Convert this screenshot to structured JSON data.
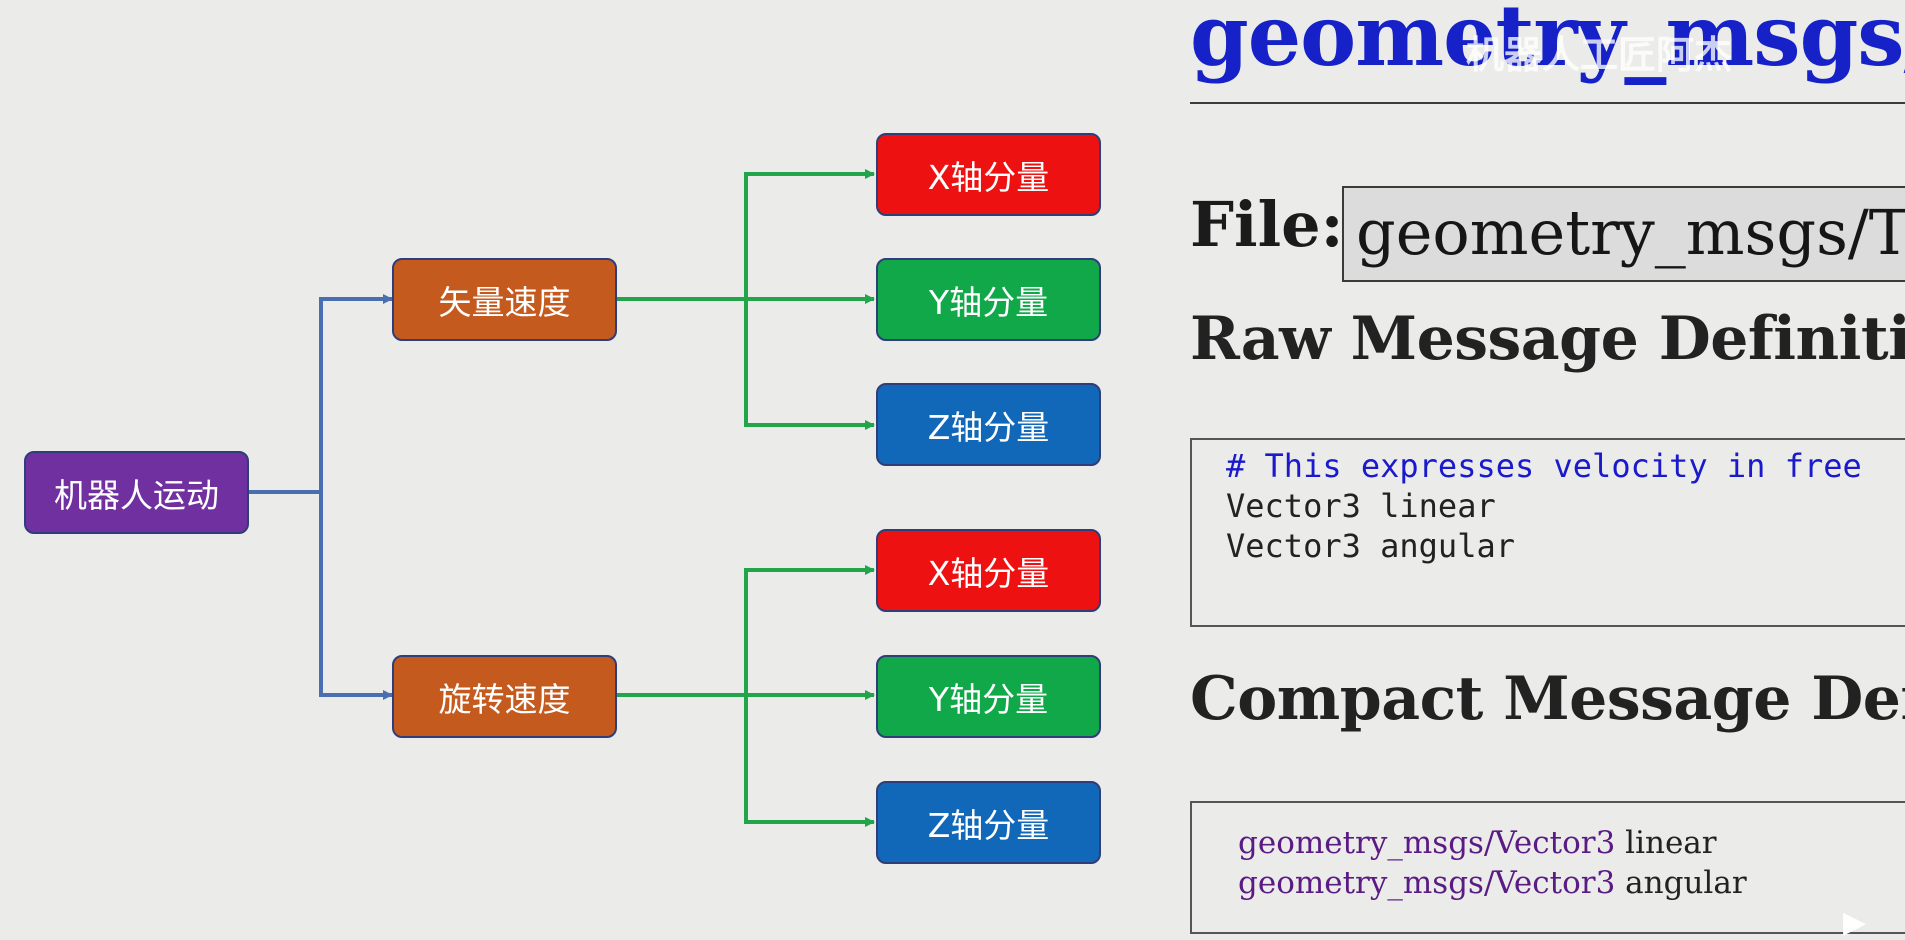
{
  "diagram": {
    "root": {
      "label": "机器人运动",
      "color": "#7030a0"
    },
    "branches": [
      {
        "label": "矢量速度",
        "color": "#c55a1e",
        "children": [
          {
            "label": "X轴分量",
            "color": "#ee1111"
          },
          {
            "label": "Y轴分量",
            "color": "#11a84a"
          },
          {
            "label": "Z轴分量",
            "color": "#1168b8"
          }
        ]
      },
      {
        "label": "旋转速度",
        "color": "#c55a1e",
        "children": [
          {
            "label": "X轴分量",
            "color": "#ee1111"
          },
          {
            "label": "Y轴分量",
            "color": "#11a84a"
          },
          {
            "label": "Z轴分量",
            "color": "#1168b8"
          }
        ]
      }
    ],
    "connector_colors": {
      "root_to_branch": "#4a6fb0",
      "branch_to_leaf": "#22a44a"
    }
  },
  "doc": {
    "title": "geometry_msgs/T",
    "watermark": "机器人工匠阿杰",
    "file_label": "File:",
    "file_value": "geometry_msgs/Tw",
    "raw_heading": "Raw Message Definition",
    "raw_code": [
      "# This expresses velocity in free",
      "Vector3  linear",
      "Vector3  angular"
    ],
    "compact_heading": "Compact Message Defin",
    "compact_lines": [
      {
        "type": "geometry_msgs/Vector3",
        "field": "linear"
      },
      {
        "type": "geometry_msgs/Vector3",
        "field": "angular"
      }
    ]
  }
}
